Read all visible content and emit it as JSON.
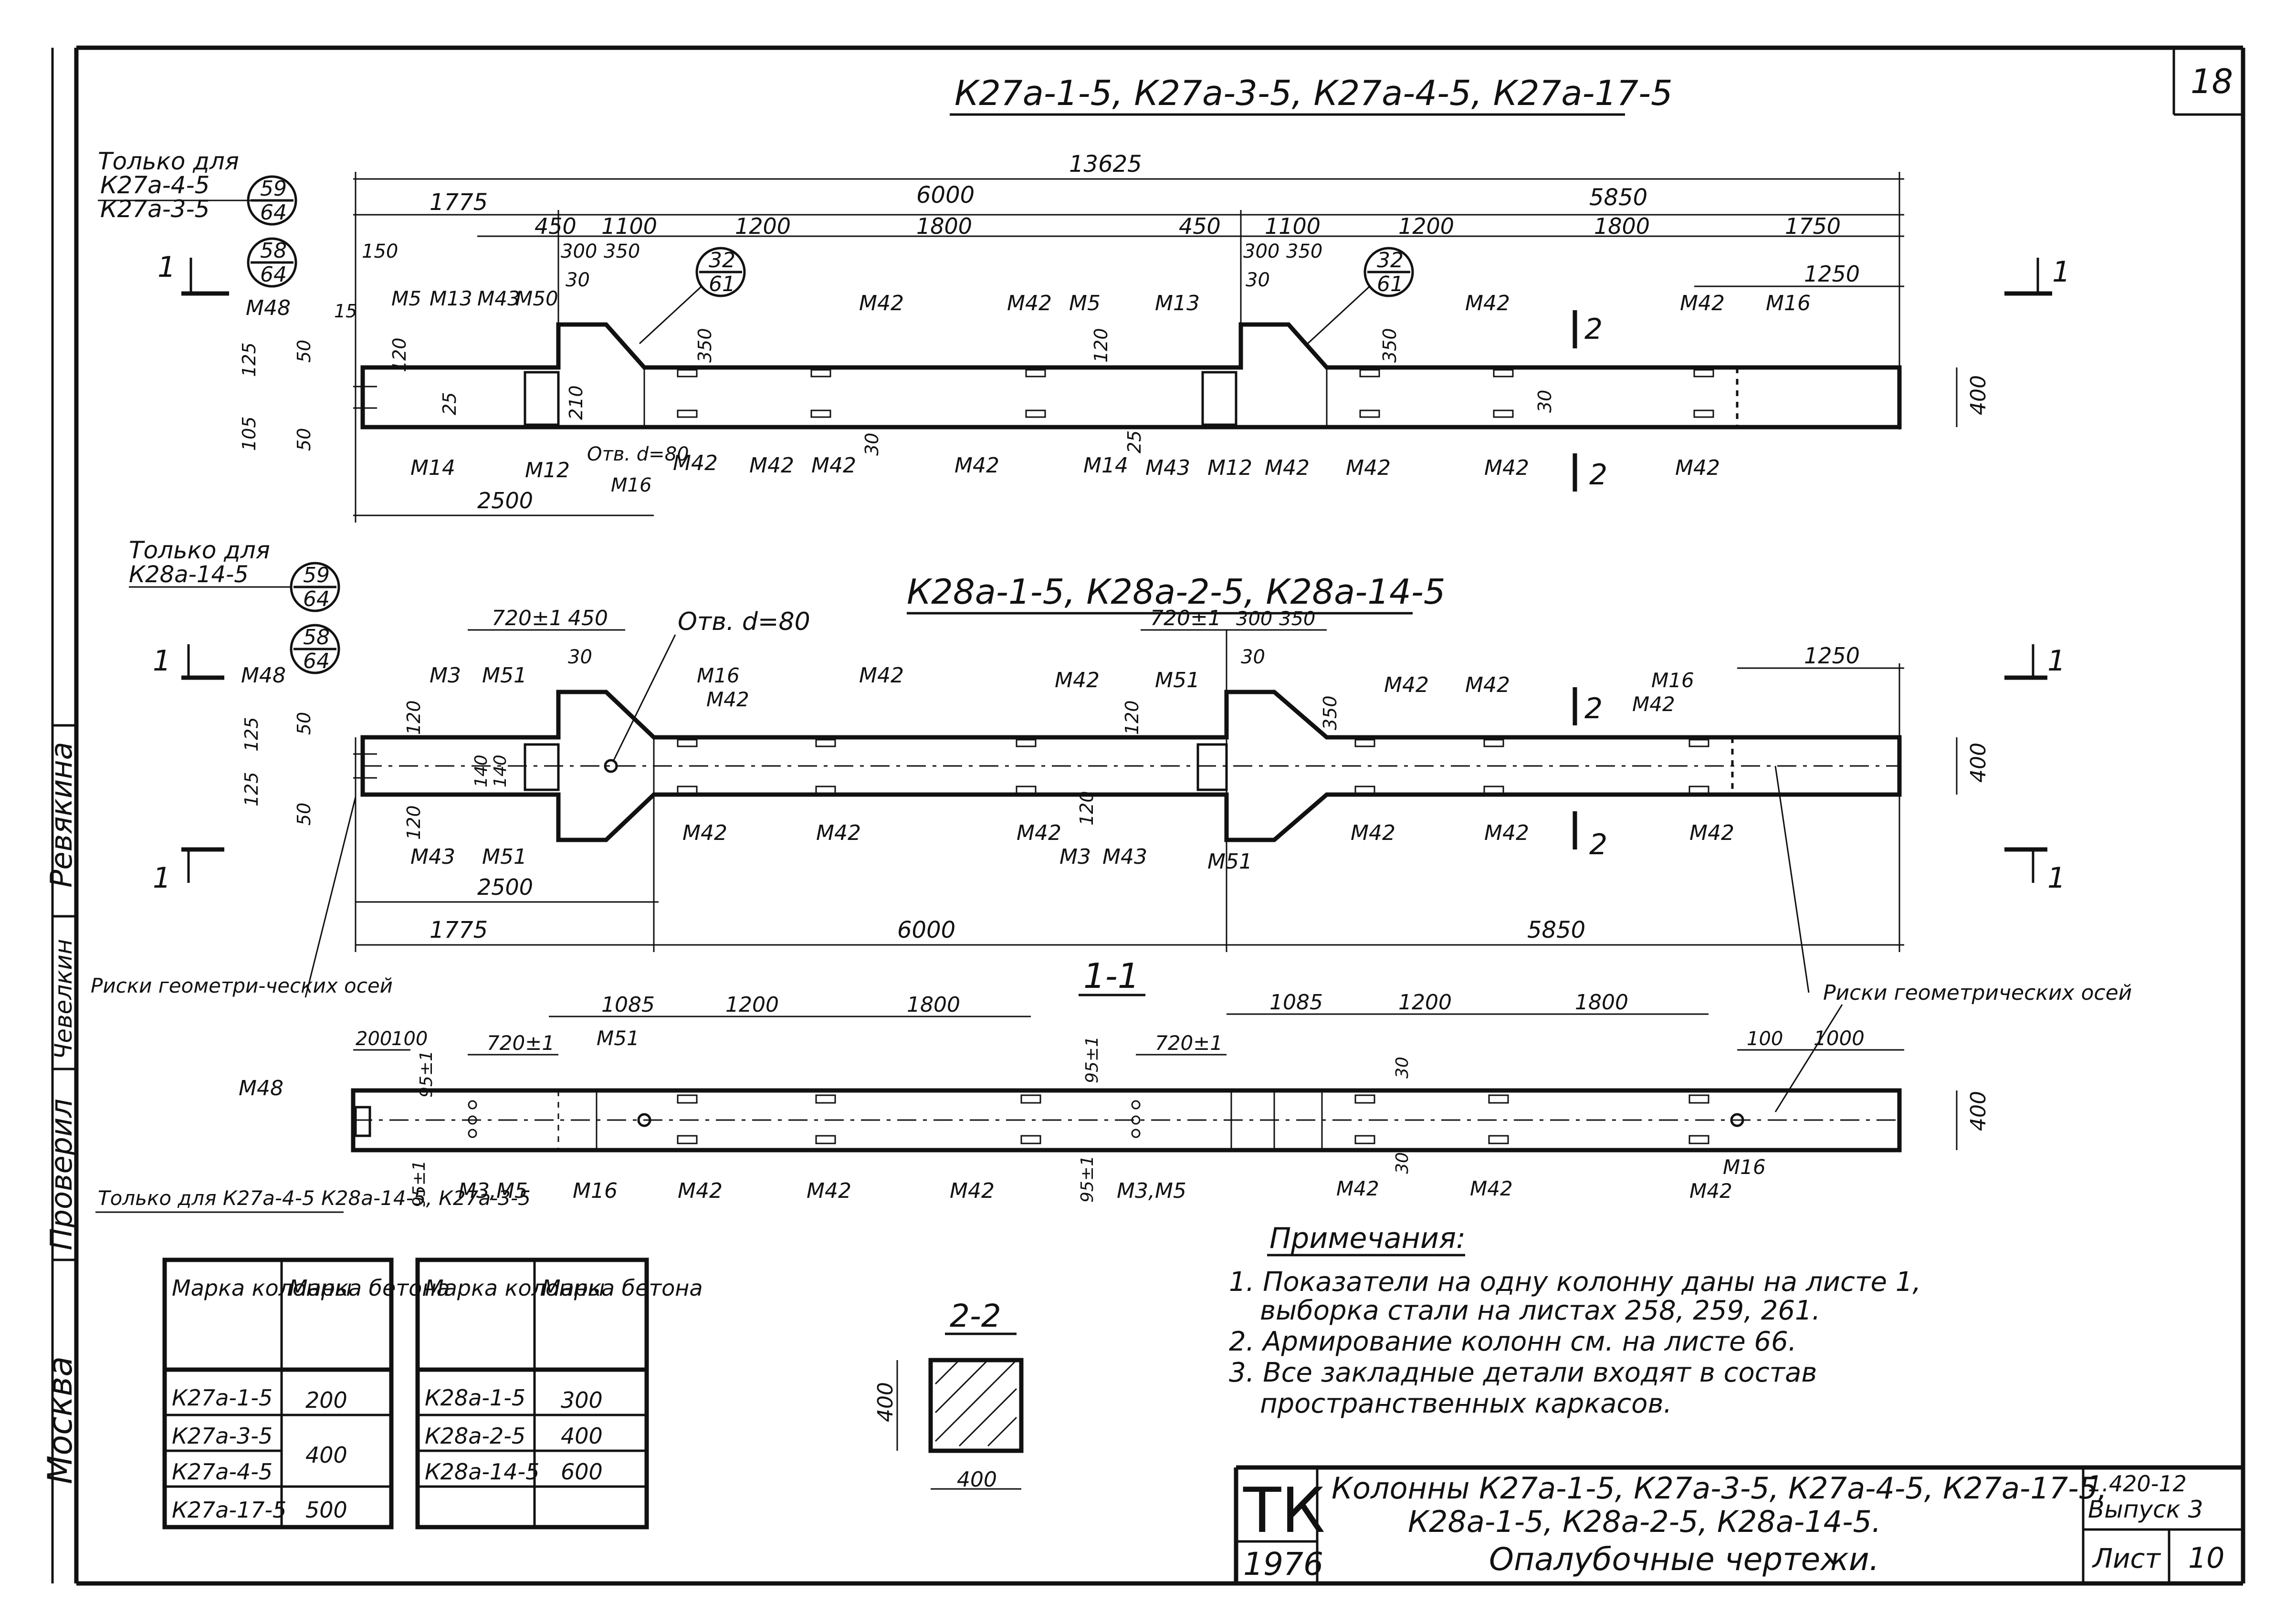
{
  "sheet_number": "18",
  "drawing1": {
    "title": "К27а-1-5,  К27а-3-5, К27а-4-5, К27а-17-5",
    "only_for": "Только для",
    "only_for_marks": [
      "К27а-4-5",
      "К27а-3-5"
    ],
    "callouts": [
      {
        "top": "59",
        "bottom": "64"
      },
      {
        "top": "58",
        "bottom": "64"
      },
      {
        "top": "32",
        "bottom": "61"
      },
      {
        "top": "32",
        "bottom": "61"
      }
    ],
    "dims": [
      "13625",
      "1775",
      "6000",
      "5850",
      "450",
      "1100",
      "1200",
      "1800",
      "450",
      "1100",
      "1200",
      "1800",
      "1750",
      "1250",
      "150",
      "300",
      "350",
      "300",
      "350",
      "30",
      "30",
      "15",
      "125",
      "50",
      "120",
      "105",
      "50",
      "25",
      "210",
      "350",
      "120",
      "25",
      "350",
      "30",
      "30",
      "400",
      "2500"
    ],
    "marks": [
      "М48",
      "М5",
      "М13",
      "М43",
      "М50",
      "М42",
      "М42",
      "М5",
      "М13",
      "М42",
      "М42",
      "М16",
      "М14",
      "М12",
      "Отв. d=80",
      "М16",
      "М42",
      "М42",
      "М42",
      "М42",
      "М14",
      "М43",
      "М12",
      "М42",
      "М42",
      "М42",
      "М42"
    ],
    "section_labels": [
      "1",
      "1",
      "2",
      "2"
    ]
  },
  "drawing2": {
    "title": "К28а-1-5,  К28а-2-5,  К28а-14-5",
    "only_for": "Только для",
    "only_for_mark": "К28а-14-5",
    "callouts": [
      {
        "top": "59",
        "bottom": "64"
      },
      {
        "top": "58",
        "bottom": "64"
      }
    ],
    "hole": "Отв. d=80",
    "dims": [
      "720±1",
      "450",
      "720±1",
      "300",
      "350",
      "30",
      "30",
      "1250",
      "125",
      "50",
      "120",
      "140",
      "140",
      "125",
      "50",
      "120",
      "120",
      "120",
      "350",
      "400",
      "2500",
      "1775",
      "6000",
      "5850"
    ],
    "marks": [
      "М48",
      "М3",
      "М51",
      "М16",
      "М42",
      "М42",
      "М42",
      "М51",
      "М42",
      "М42",
      "М16",
      "М42",
      "М43",
      "М51",
      "М42",
      "М42",
      "М42",
      "М3",
      "М43",
      "М51",
      "М42",
      "М42",
      "М42"
    ],
    "section_labels": [
      "1",
      "1",
      "1",
      "1",
      "2",
      "2"
    ]
  },
  "section_1_1": {
    "title": "1-1",
    "axis_note_left": "Риски геометри-ческих осей",
    "axis_note_right": "Риски геометрических осей",
    "dims": [
      "200",
      "100",
      "95±1",
      "720±1",
      "1085",
      "1200",
      "1800",
      "95±1",
      "720±1",
      "1085",
      "1200",
      "1800",
      "100",
      "1000",
      "30",
      "30",
      "400",
      "95±1",
      "95±1"
    ],
    "marks": [
      "М48",
      "М51",
      "М3,М5",
      "М16",
      "М42",
      "М42",
      "М42",
      "М3,М5",
      "М42",
      "М42",
      "М16",
      "М42"
    ],
    "only_for_note": "Только для К27а-4-5 К28а-14-5, К27а-3-5"
  },
  "section_2_2": {
    "title": "2-2",
    "width": "400",
    "height": "400"
  },
  "table1": {
    "headers": [
      "Марка колонны",
      "Марка бетона"
    ],
    "rows": [
      [
        "К27а-1-5",
        "200"
      ],
      [
        "К27а-3-5",
        "400"
      ],
      [
        "К27а-4-5",
        ""
      ],
      [
        "К27а-17-5",
        "500"
      ]
    ]
  },
  "table2": {
    "headers": [
      "Марка колонны",
      "Марка бетона"
    ],
    "rows": [
      [
        "К28а-1-5",
        "300"
      ],
      [
        "К28а-2-5",
        "400"
      ],
      [
        "К28а-14-5",
        "600"
      ]
    ]
  },
  "notes": {
    "title": "Примечания:",
    "items": [
      "1. Показатели на одну колонну даны на листе 1,",
      "выборка стали на листах  258, 259, 261.",
      "2. Армирование колонн см. на листе 66.",
      "3. Все закладные детали входят в состав",
      "пространственных каркасов."
    ]
  },
  "side_stamp": {
    "labels": [
      "Ревякина",
      "Чевелкин",
      "Проверил",
      "Москва"
    ]
  },
  "title_block": {
    "logo_letters": "ТК",
    "year": "1976",
    "line1": "Колонны К27а-1-5, К27а-3-5, К27а-4-5, К27а-17-5,",
    "line2": "К28а-1-5, К28а-2-5, К28а-14-5.",
    "line3": "Опалубочные чертежи.",
    "series": "1.420-12",
    "issue": "Выпуск 3",
    "sheet_label": "Лист",
    "sheet_value": "10"
  }
}
